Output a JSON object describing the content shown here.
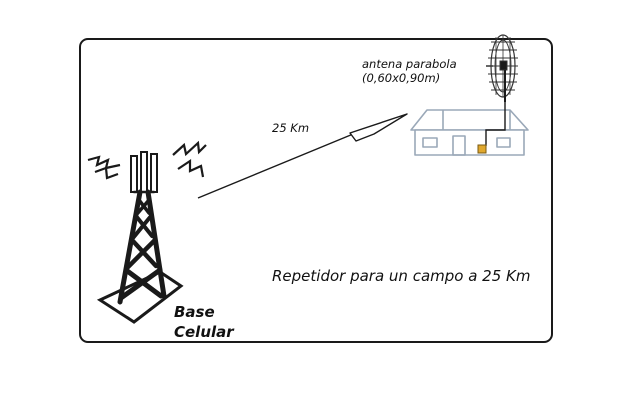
{
  "antenna": {
    "label_line1": "antena parabola",
    "label_line2": "(0,60x0,90m)"
  },
  "link": {
    "distance": "25 Km"
  },
  "caption": "Repetidor para un campo a 25 Km",
  "base": {
    "line1": "Base",
    "line2": "Celular"
  },
  "colors": {
    "ink": "#1a1a1a",
    "house_outline": "#9aa8b8",
    "box_fill": "#e0a82e"
  },
  "icons": {
    "tower": "cell-tower-icon",
    "house": "house-icon",
    "antenna": "parabolic-antenna-icon",
    "signal": "lightning-signal-icon"
  }
}
